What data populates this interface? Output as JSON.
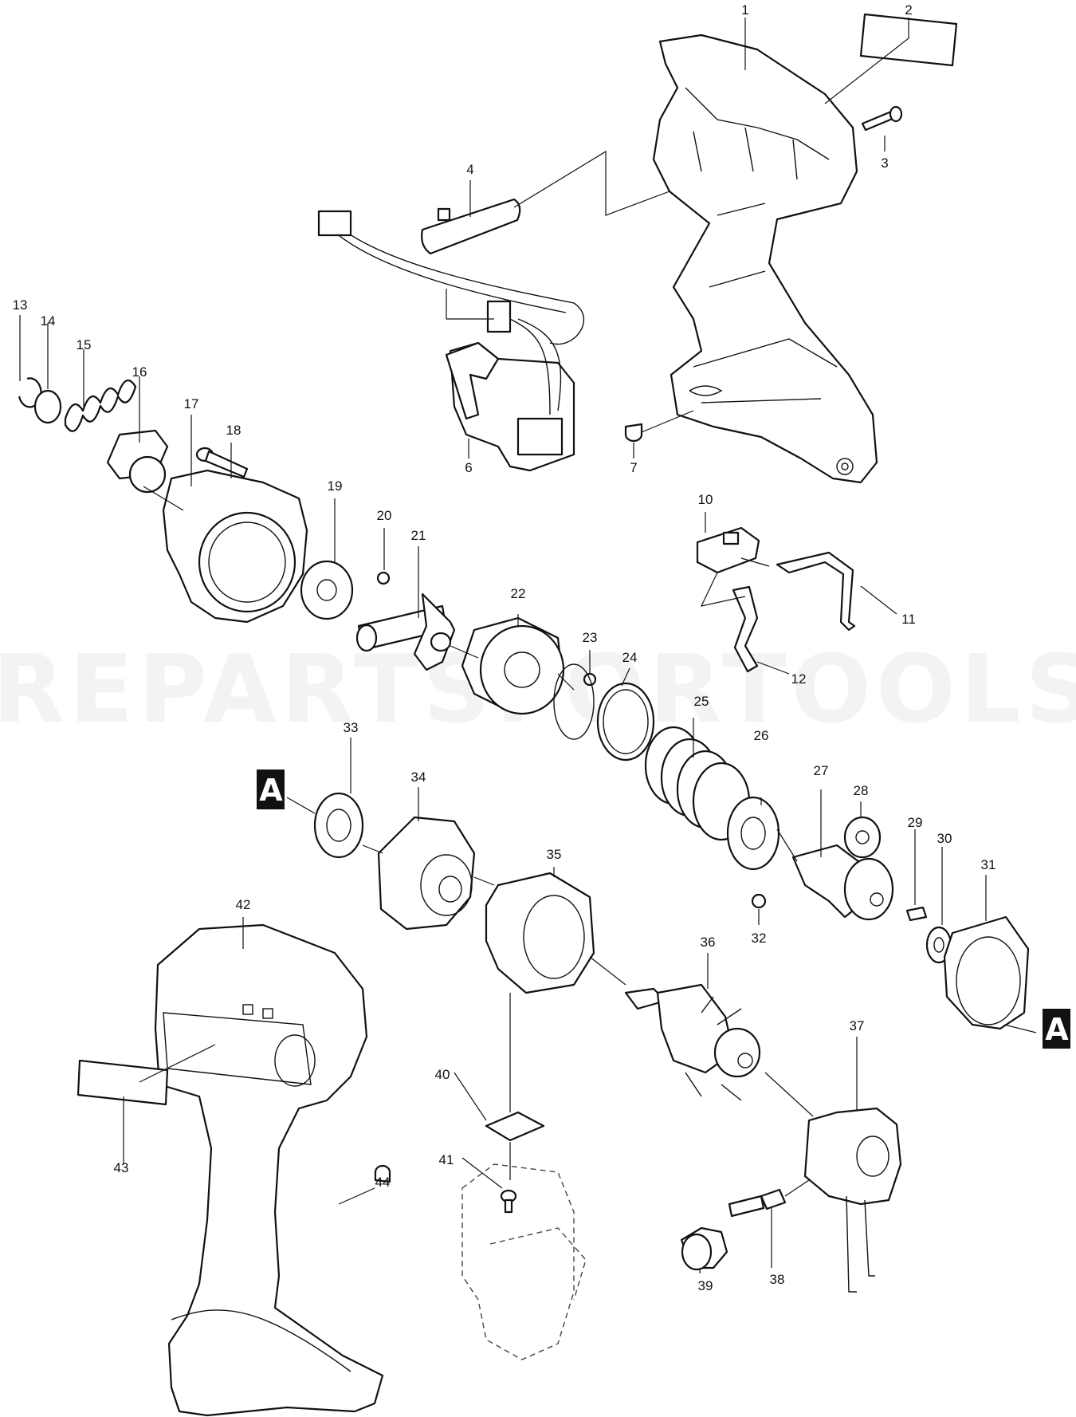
{
  "watermark": "REPARTSFORTOOLS.COM",
  "section_marker": "A",
  "part_numbers": [
    "1",
    "2",
    "3",
    "4",
    "6",
    "7",
    "10",
    "11",
    "12",
    "13",
    "14",
    "15",
    "16",
    "17",
    "18",
    "19",
    "20",
    "21",
    "22",
    "23",
    "24",
    "25",
    "26",
    "27",
    "28",
    "29",
    "30",
    "31",
    "32",
    "33",
    "34",
    "35",
    "36",
    "37",
    "38",
    "39",
    "40",
    "41",
    "42",
    "43",
    "44"
  ]
}
